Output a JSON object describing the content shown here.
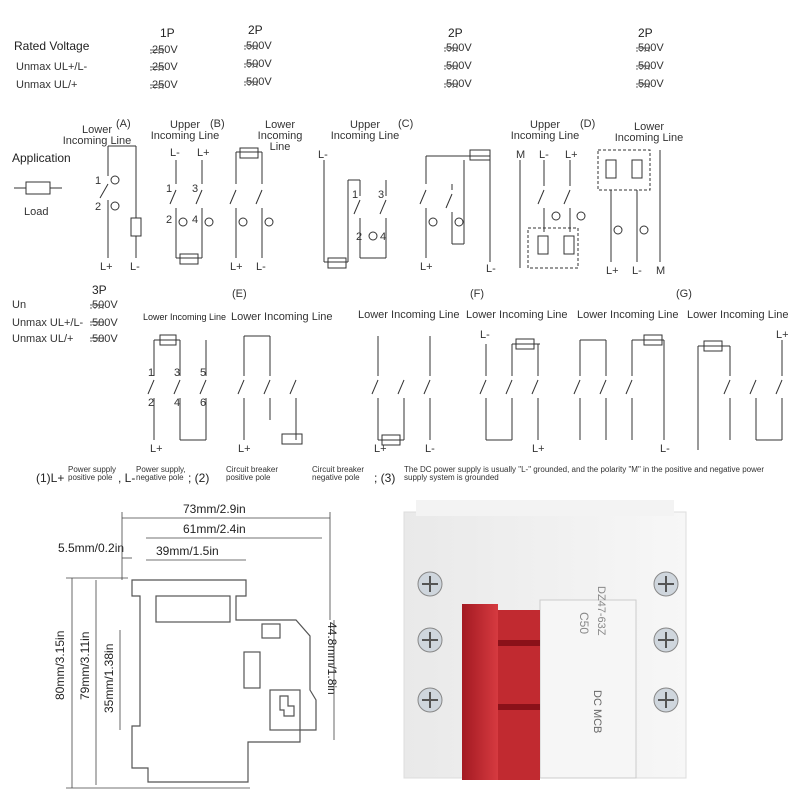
{
  "header": {
    "rated_voltage": "Rated Voltage",
    "unmax_1": "Unmax UL+/L-",
    "unmax_2": "Unmax UL/+",
    "col_1p": "1P",
    "col_2p_a": "2P",
    "col_2p_b": "2P",
    "col_2p_c": "2P",
    "v_1p": [
      "250V",
      "250V",
      "250V"
    ],
    "v_2p_a": [
      "500V",
      "500V",
      "500V"
    ],
    "v_2p_b": [
      "500V",
      "500V",
      "500V"
    ],
    "v_2p_c": [
      "500V",
      "500V",
      "500V"
    ]
  },
  "application": {
    "label": "Application",
    "load": "Load",
    "groups": {
      "A": {
        "letter": "(A)",
        "lower": "Lower Incoming Line"
      },
      "B": {
        "letter": "(B)",
        "upper": "Upper Incoming Line",
        "lower": "Lower Incoming Line"
      },
      "C": {
        "letter": "(C)",
        "upper": "Upper Incoming Line"
      },
      "D": {
        "letter": "(D)",
        "upper": "Upper Incoming Line",
        "lower": "Lower Incoming Line"
      }
    }
  },
  "threep": {
    "title": "3P",
    "un": "Un",
    "unmax_1": "Unmax UL+/L-",
    "unmax_2": "Unmax UL/+",
    "values": [
      "500V",
      "500V",
      "500V"
    ],
    "e_letter": "(E)",
    "f_letter": "(F)",
    "g_letter": "(G)",
    "labels": [
      "Lower Incoming Line",
      "Lower Incoming Line",
      "Lower Incoming Line",
      "Lower Incoming Line",
      "Lower Incoming Line",
      "Lower Incoming Line"
    ]
  },
  "terminals": {
    "lplus": "L+",
    "lminus": "L-",
    "m": "M",
    "n1": "1",
    "n2": "2",
    "n3": "3",
    "n4": "4",
    "n5": "5",
    "n6": "6"
  },
  "legend": {
    "item1_key": "(1)L+",
    "item1_text": "Power supply positive pole",
    "item1b_key": ", L-",
    "item1b_text": "Power supply, negative pole",
    "item2_key": "; (2)",
    "item2_text": "Circuit breaker positive pole",
    "item2b_text": "Circuit breaker negative pole",
    "item3_key": "; (3)",
    "item3_text": "The DC power supply is usually \"L-\" grounded, and the polarity \"M\" in the positive and negative power supply system is grounded"
  },
  "dimensions": {
    "w73": "73mm/2.9in",
    "w61": "61mm/2.4in",
    "w55": "5.5mm/0.2in",
    "w39": "39mm/1.5in",
    "h80": "80mm/3.15in",
    "h79": "79mm/3.11in",
    "h35": "35mm/1.38in",
    "h448": "44.8mm/1.8in"
  },
  "product": {
    "side_text": "DC MCB",
    "model": "DZ47-63Z",
    "rating": "C50"
  }
}
